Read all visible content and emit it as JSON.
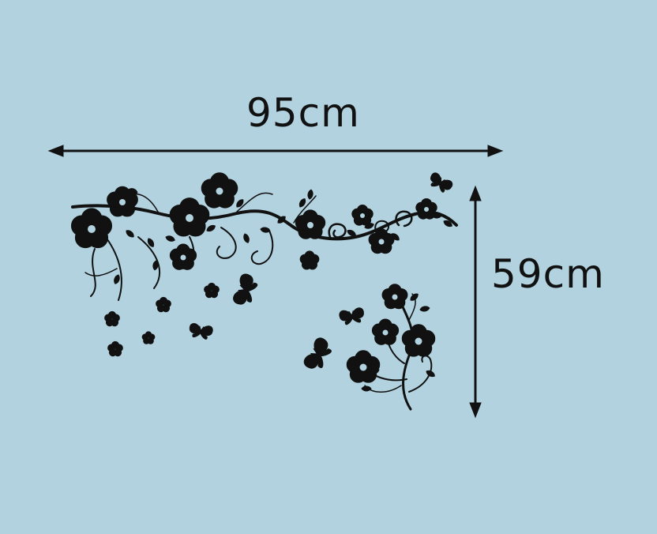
{
  "image": {
    "subject": "wall-decal-dimension-diagram",
    "background_color": "#b1d2de",
    "ink_color": "#111111"
  },
  "dimensions": {
    "width_label": "95cm",
    "height_label": "59cm"
  },
  "decal": {
    "elements": [
      "flowering-vine",
      "flowers",
      "butterflies",
      "small-florets",
      "flower-sprig"
    ]
  }
}
